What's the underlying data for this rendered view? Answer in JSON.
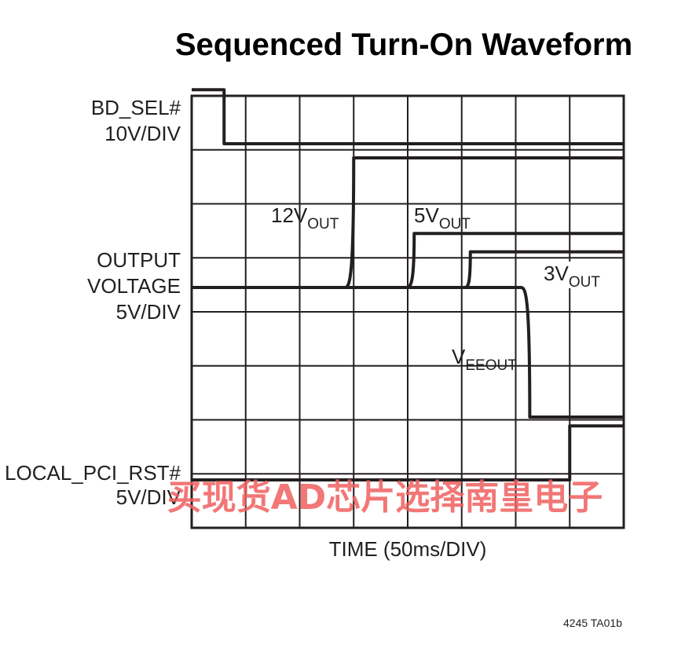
{
  "chart_data": {
    "type": "line",
    "title": "Sequenced Turn-On Waveform",
    "xlabel": "TIME (50ms/DIV)",
    "x_unit": "ms",
    "x_range": [
      0,
      400
    ],
    "grid": true,
    "channels": [
      {
        "label_lines": [
          "BD_SEL#",
          "10V/DIV"
        ]
      },
      {
        "label_lines": [
          "OUTPUT",
          "VOLTAGE",
          "5V/DIV"
        ]
      },
      {
        "label_lines": [
          "LOCAL_PCI_RST#",
          "5V/DIV"
        ]
      }
    ],
    "series": [
      {
        "name": "BD_SEL#",
        "points": [
          [
            0,
            10
          ],
          [
            30,
            10
          ],
          [
            30,
            0
          ],
          [
            400,
            0
          ]
        ]
      },
      {
        "name": "12V_OUT",
        "label": "12V",
        "label_sub": "OUT",
        "points": [
          [
            0,
            0
          ],
          [
            142,
            0
          ],
          [
            150,
            12
          ],
          [
            400,
            12
          ]
        ]
      },
      {
        "name": "5V_OUT",
        "label": "5V",
        "label_sub": "OUT",
        "points": [
          [
            0,
            0
          ],
          [
            199,
            0
          ],
          [
            206,
            5
          ],
          [
            400,
            5
          ]
        ]
      },
      {
        "name": "3V_OUT",
        "label": "3V",
        "label_sub": "OUT",
        "points": [
          [
            0,
            0
          ],
          [
            253,
            0
          ],
          [
            258,
            3.3
          ],
          [
            400,
            3.3
          ]
        ]
      },
      {
        "name": "VEE_OUT",
        "label": "V",
        "label_sub": "EEOUT",
        "points": [
          [
            0,
            0
          ],
          [
            305,
            0
          ],
          [
            313,
            -12
          ],
          [
            400,
            -12
          ]
        ]
      },
      {
        "name": "LOCAL_PCI_RST#",
        "points": [
          [
            0,
            0
          ],
          [
            350,
            0
          ],
          [
            350,
            5
          ],
          [
            400,
            5
          ]
        ]
      }
    ]
  },
  "figure_code": "4245 TA01b",
  "watermark": "买现货AD芯片选择南皇电子"
}
